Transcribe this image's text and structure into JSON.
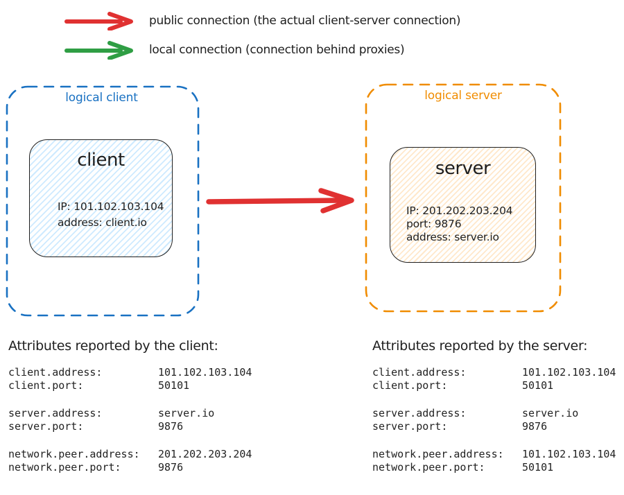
{
  "colors": {
    "public_connection": "#e03131",
    "local_connection": "#2f9e44",
    "client_accent": "#1971c2",
    "server_accent": "#f08c00",
    "ink": "#1e1e1e",
    "client_node_fill": "#a5d8ff",
    "server_node_fill": "#ffd8a8"
  },
  "legend": {
    "items": [
      {
        "name": "public",
        "label": "public connection (the actual client-server connection)"
      },
      {
        "name": "local",
        "label": "local connection (connection behind proxies)"
      }
    ]
  },
  "diagram": {
    "client_group": {
      "label": "logical client",
      "node": {
        "title": "client",
        "lines": [
          "IP: 101.102.103.104",
          "address: client.io"
        ]
      }
    },
    "server_group": {
      "label": "logical server",
      "node": {
        "title": "server",
        "lines": [
          "IP: 201.202.203.204",
          "port: 9876",
          "address: server.io"
        ]
      }
    }
  },
  "attributes": {
    "client": {
      "title": "Attributes reported by the client:",
      "groups": [
        {
          "rows": [
            {
              "key": "client.address:",
              "value": "101.102.103.104"
            },
            {
              "key": "client.port:",
              "value": "50101"
            }
          ]
        },
        {
          "rows": [
            {
              "key": "server.address:",
              "value": "server.io"
            },
            {
              "key": "server.port:",
              "value": "9876"
            }
          ]
        },
        {
          "rows": [
            {
              "key": "network.peer.address:",
              "value": "201.202.203.204"
            },
            {
              "key": "network.peer.port:",
              "value": "9876"
            }
          ]
        }
      ]
    },
    "server": {
      "title": "Attributes reported by the server:",
      "groups": [
        {
          "rows": [
            {
              "key": "client.address:",
              "value": "101.102.103.104"
            },
            {
              "key": "client.port:",
              "value": "50101"
            }
          ]
        },
        {
          "rows": [
            {
              "key": "server.address:",
              "value": "server.io"
            },
            {
              "key": "server.port:",
              "value": "9876"
            }
          ]
        },
        {
          "rows": [
            {
              "key": "network.peer.address:",
              "value": "101.102.103.104"
            },
            {
              "key": "network.peer.port:",
              "value": "50101"
            }
          ]
        }
      ]
    }
  }
}
